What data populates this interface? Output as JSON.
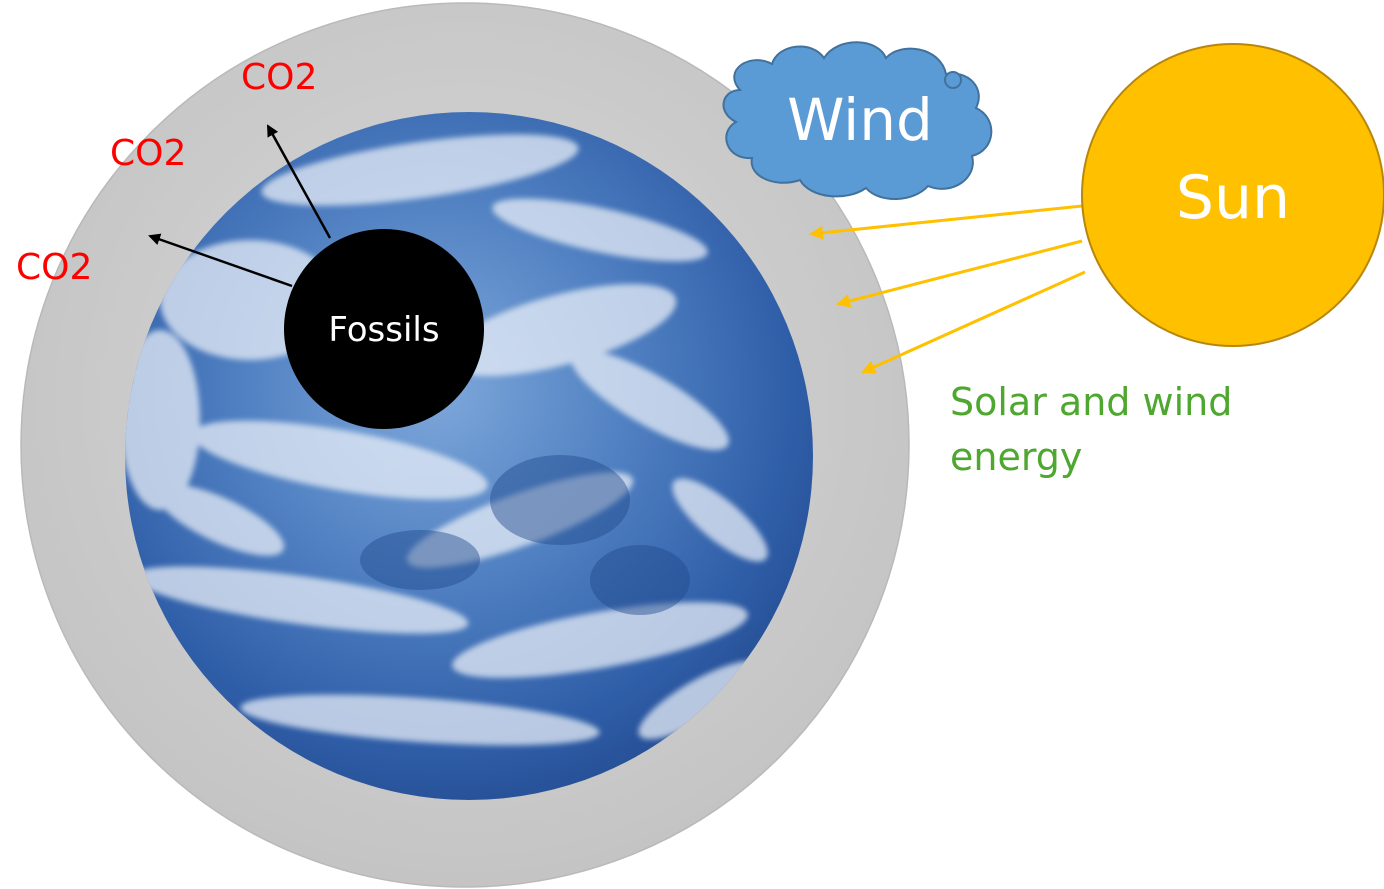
{
  "labels": {
    "co2_top": "CO2",
    "co2_middle": "CO2",
    "co2_left": "CO2",
    "fossils": "Fossils",
    "wind": "Wind",
    "sun": "Sun",
    "energy_line1": "Solar and wind",
    "energy_line2": "energy"
  },
  "colors": {
    "atmosphere": "#cccccc",
    "earth_ocean": "#3e6fb5",
    "fossils": "#000000",
    "sun": "#ffc000",
    "sun_outline": "#b8860b",
    "cloud": "#5b9bd5",
    "cloud_outline": "#41719c",
    "co2_text": "#ff0000",
    "energy_text": "#4ea72e",
    "sun_arrows": "#ffc000",
    "co2_arrows": "#000000"
  },
  "icons": {
    "earth": "earth-globe-photo",
    "cloud": "cloud-callout",
    "sun": "sun-circle"
  }
}
